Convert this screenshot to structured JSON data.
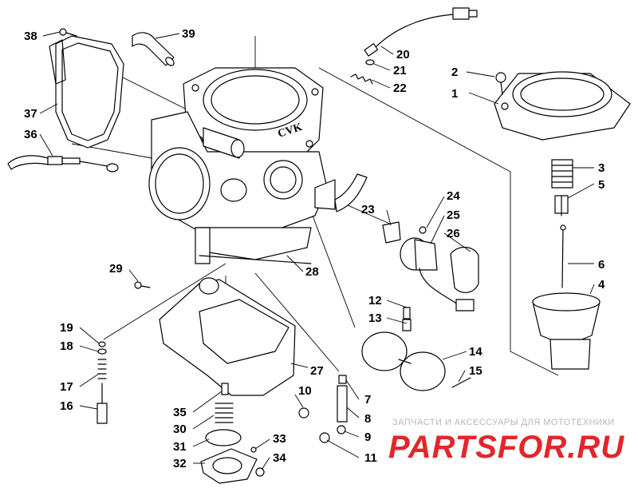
{
  "diagram": {
    "body_marking": "CVK",
    "callouts": [
      "1",
      "2",
      "3",
      "4",
      "5",
      "6",
      "7",
      "8",
      "9",
      "10",
      "11",
      "12",
      "13",
      "14",
      "15",
      "16",
      "17",
      "18",
      "19",
      "20",
      "21",
      "22",
      "23",
      "24",
      "25",
      "26",
      "27",
      "28",
      "29",
      "30",
      "31",
      "32",
      "33",
      "34",
      "35",
      "36",
      "37",
      "38",
      "39"
    ]
  },
  "watermark": {
    "tagline": "ЗАПЧАСТИ И АКСЕССУАРЫ ДЛЯ МОТОТЕХНИКИ",
    "brand_left": "PARTS",
    "brand_right": "FOR.RU",
    "brand_color": "#e3262b",
    "tagline_color": "#b7b7b7"
  }
}
